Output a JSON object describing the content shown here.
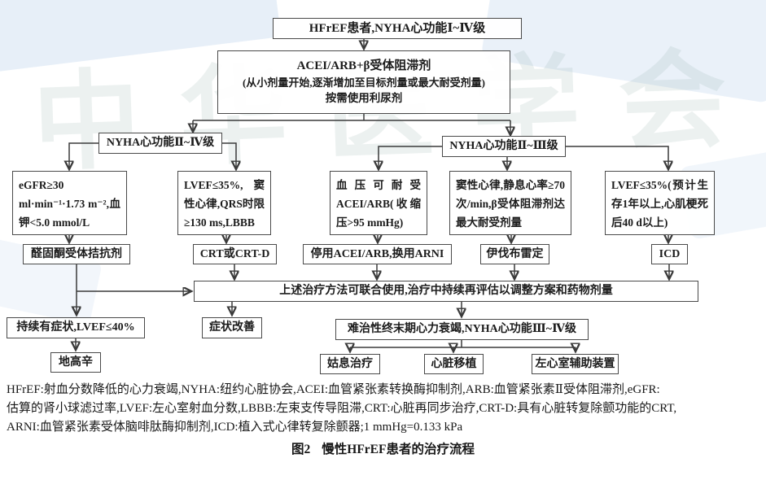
{
  "page": {
    "watermark_text": "中华医学会",
    "caption_label": "图2",
    "caption_text": "慢性HFrEF患者的治疗流程"
  },
  "flow": {
    "start": "HFrEF患者,NYHA心功能Ⅰ~Ⅳ级",
    "acei": {
      "line1": "ACEI/ARB+β受体阻滞剂",
      "line2": "(从小剂量开始,逐渐增加至目标剂量或最大耐受剂量)",
      "line3": "按需使用利尿剂"
    },
    "nyha_left": "NYHA心功能Ⅱ~Ⅳ级",
    "nyha_right": "NYHA心功能Ⅱ~Ⅲ级",
    "criteria_egfr": "eGFR≥30 ml·min⁻¹·1.73 m⁻²,血钾<5.0 mmol/L",
    "criteria_crt": "LVEF≤35%,窦性心律,QRS时限≥130 ms,LBBB",
    "criteria_bp": "血压可耐受ACEI/ARB(收缩压>95 mmHg)",
    "criteria_hr": "窦性心律,静息心率≥70次/min,β受体阻滞剂达最大耐受剂量",
    "criteria_icd": "LVEF≤35%(预计生存1年以上,心肌梗死后40 d以上)",
    "action_mra": "醛固酮受体拮抗剂",
    "action_crt": "CRT或CRT-D",
    "action_arni": "停用ACEI/ARB,换用ARNI",
    "action_iva": "伊伐布雷定",
    "action_icd": "ICD",
    "combine": "上述治疗方法可联合使用,治疗中持续再评估以调整方案和药物剂量",
    "persist": "持续有症状,LVEF≤40%",
    "improve": "症状改善",
    "refractory": "难治性终末期心力衰竭,NYHA心功能Ⅲ~Ⅳ级",
    "digoxin": "地高辛",
    "palliative": "姑息治疗",
    "transplant": "心脏移植",
    "lvad": "左心室辅助装置"
  },
  "footnote": {
    "line1": "HFrEF:射血分数降低的心力衰竭,NYHA:纽约心脏协会,ACEI:血管紧张素转换酶抑制剂,ARB:血管紧张素Ⅱ受体阻滞剂,eGFR:",
    "line2": "估算的肾小球滤过率,LVEF:左心室射血分数,LBBB:左束支传导阻滞,CRT:心脏再同步治疗,CRT-D:具有心脏转复除颤功能的CRT,",
    "line3": "ARNI:血管紧张素受体脑啡肽酶抑制剂,ICD:植入式心律转复除颤器;1 mmHg=0.133 kPa"
  }
}
